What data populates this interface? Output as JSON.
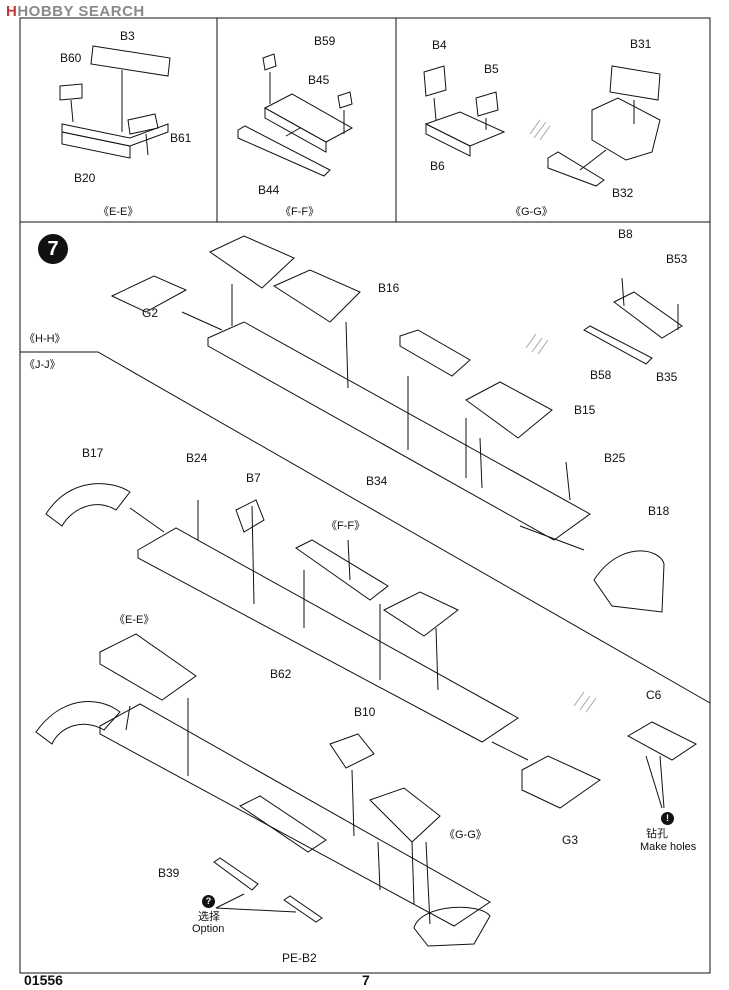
{
  "watermark": "HOBBY SEARCH",
  "step_number": "7",
  "top_panels": {
    "ee": {
      "caption": "《E-E》",
      "parts": [
        "B3",
        "B60",
        "B61",
        "B20"
      ]
    },
    "ff": {
      "caption": "《F-F》",
      "parts": [
        "B59",
        "B45",
        "B44"
      ]
    },
    "gg": {
      "caption": "《G-G》",
      "parts": [
        "B4",
        "B5",
        "B6",
        "B31",
        "B32"
      ]
    }
  },
  "sections": {
    "hh": "《H-H》",
    "jj": "《J-J》",
    "ff_ref": "《F-F》",
    "ee_ref": "《E-E》",
    "gg_ref": "《G-G》"
  },
  "parts_main": [
    "B16",
    "G2",
    "B8",
    "B53",
    "B58",
    "B35",
    "B15",
    "B34",
    "B25",
    "B17",
    "B24",
    "B7",
    "B18",
    "B62",
    "C6",
    "B10",
    "G3",
    "B39",
    "PE-B2"
  ],
  "notes": {
    "holes_zh": "钻孔",
    "holes_en": "Make holes",
    "option_zh": "选择",
    "option_en": "Option",
    "holes_icon": "drill-icon",
    "option_icon": "question-icon"
  },
  "footer": {
    "kit_number": "01556",
    "page": "7"
  }
}
